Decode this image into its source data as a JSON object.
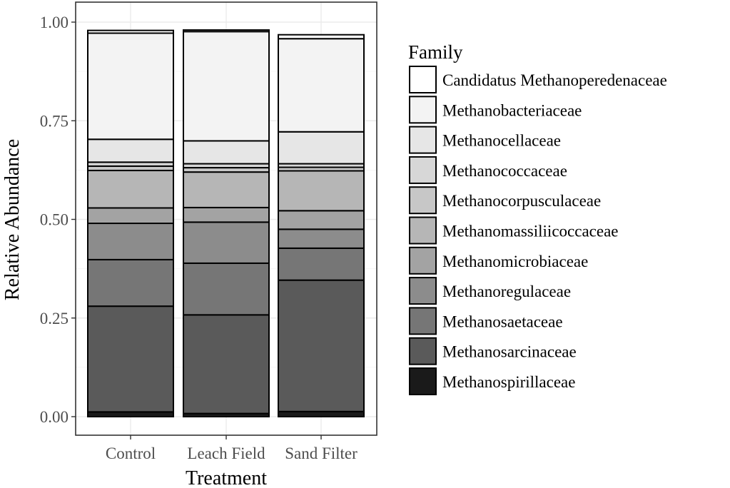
{
  "chart_data": {
    "type": "bar",
    "stacked": true,
    "normalized": true,
    "categories": [
      "Control",
      "Leach Field",
      "Sand Filter"
    ],
    "xlabel": "Treatment",
    "ylabel": "Relative Abundance",
    "ylim": [
      0,
      1
    ],
    "yticks": [
      "0.00",
      "0.25",
      "0.50",
      "0.75",
      "1.00"
    ],
    "grid": true,
    "legend_position": "right",
    "legend_title": "Family",
    "series": [
      {
        "name": "Methanospirillaceae",
        "color": "#1a1a1a",
        "values": [
          0.012,
          0.008,
          0.013
        ]
      },
      {
        "name": "Methanosarcinaceae",
        "color": "#5a5a5a",
        "values": [
          0.268,
          0.25,
          0.333
        ]
      },
      {
        "name": "Methanosaetaceae",
        "color": "#767676",
        "values": [
          0.118,
          0.131,
          0.081
        ]
      },
      {
        "name": "Methanoregulaceae",
        "color": "#8c8c8c",
        "values": [
          0.092,
          0.104,
          0.048
        ]
      },
      {
        "name": "Methanomicrobiaceae",
        "color": "#a3a3a3",
        "values": [
          0.039,
          0.037,
          0.047
        ]
      },
      {
        "name": "Methanomassiliicoccaceae",
        "color": "#b6b6b6",
        "values": [
          0.095,
          0.09,
          0.101
        ]
      },
      {
        "name": "Methanocorpusculaceae",
        "color": "#c7c7c7",
        "values": [
          0.011,
          0.011,
          0.009
        ]
      },
      {
        "name": "Methanococcaceae",
        "color": "#d7d7d7",
        "values": [
          0.01,
          0.01,
          0.009
        ]
      },
      {
        "name": "Methanocellaceae",
        "color": "#e6e6e6",
        "values": [
          0.058,
          0.058,
          0.081
        ]
      },
      {
        "name": "Methanobacteriaceae",
        "color": "#f3f3f3",
        "values": [
          0.269,
          0.277,
          0.236
        ]
      },
      {
        "name": "Candidatus Methanoperedenaceae",
        "color": "#ffffff",
        "values": [
          0.007,
          0.004,
          0.01
        ]
      }
    ]
  }
}
